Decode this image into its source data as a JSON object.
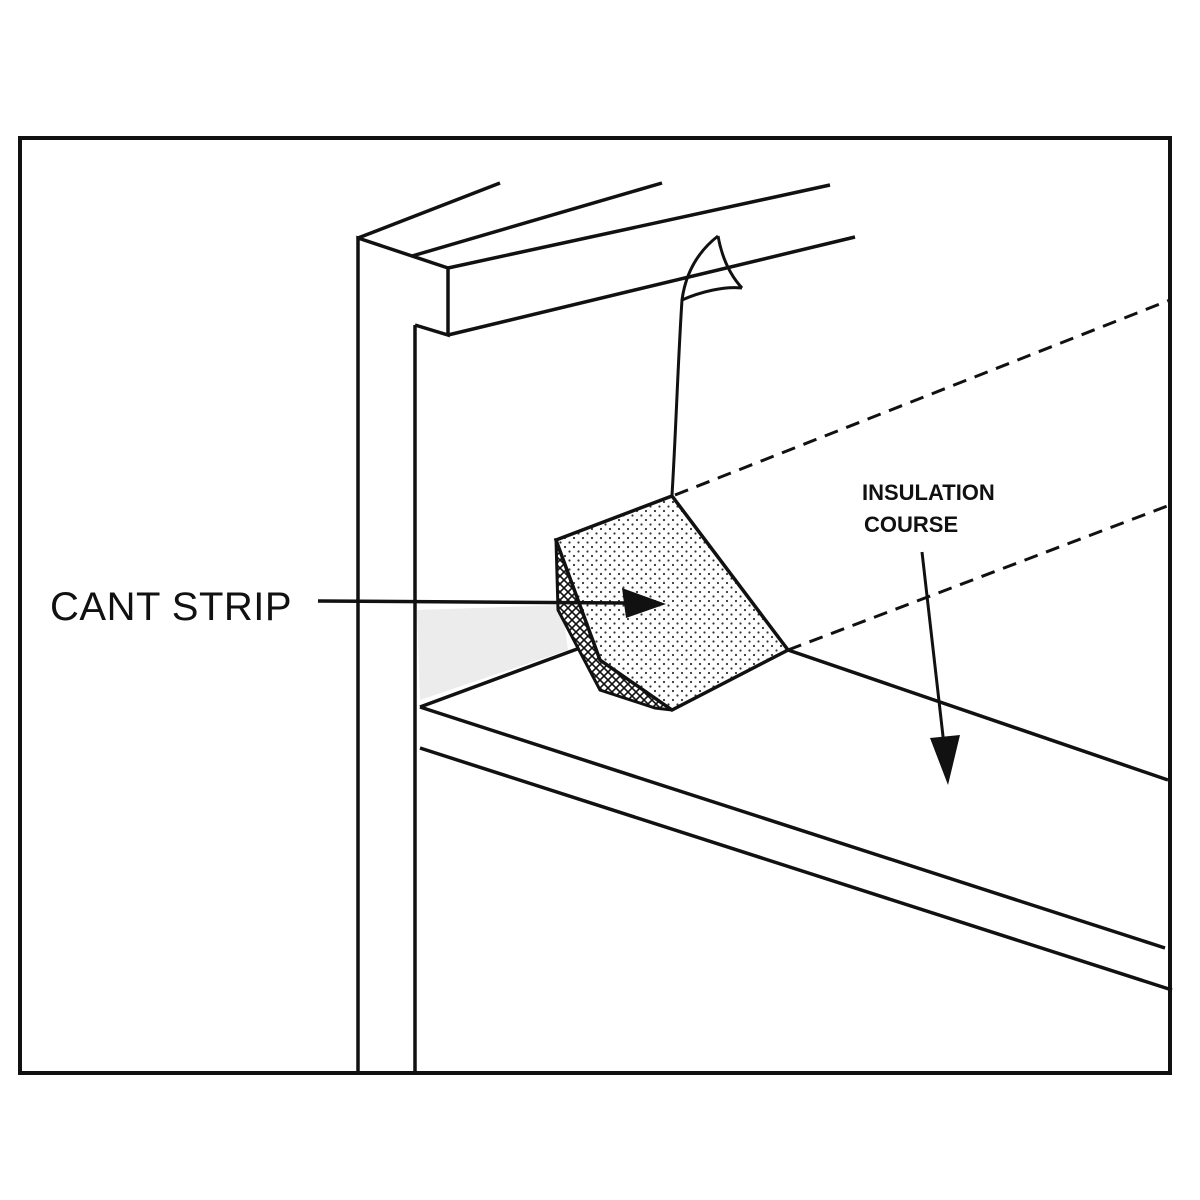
{
  "labels": {
    "cant_strip": "CANT STRIP",
    "insulation_line1": "INSULATION",
    "insulation_line2": "COURSE"
  },
  "colors": {
    "ink": "#111111",
    "paper": "#ffffff",
    "shadow": "#ececec"
  }
}
